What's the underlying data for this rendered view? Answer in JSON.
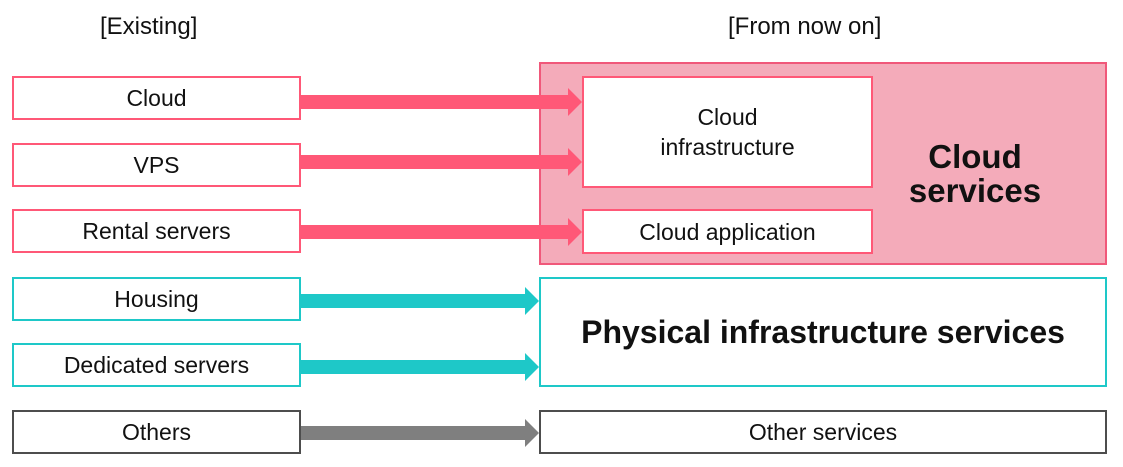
{
  "headers": {
    "existing": "[Existing]",
    "from_now_on": "[From now on]"
  },
  "existing": [
    {
      "label": "Cloud",
      "group": "pink"
    },
    {
      "label": "VPS",
      "group": "pink"
    },
    {
      "label": "Rental servers",
      "group": "pink"
    },
    {
      "label": "Housing",
      "group": "teal"
    },
    {
      "label": "Dedicated servers",
      "group": "teal"
    },
    {
      "label": "Others",
      "group": "gray"
    }
  ],
  "future": {
    "cloud_services": {
      "title": "Cloud services",
      "cloud_infrastructure": "Cloud infrastructure",
      "cloud_application": "Cloud application"
    },
    "physical_infrastructure_services": "Physical infrastructure services",
    "other_services": "Other services"
  },
  "colors": {
    "pink": "#ff5877",
    "teal": "#1ec8c8",
    "gray": "#7f7f7f",
    "cloud_fill": "#f4abba"
  }
}
